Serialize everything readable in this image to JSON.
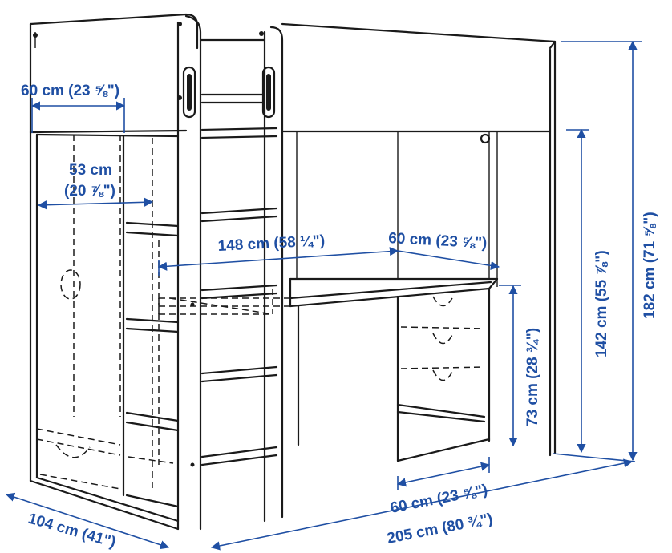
{
  "colors": {
    "dimension": "#1f4fa3",
    "ink": "#1a1a1a",
    "background": "#ffffff"
  },
  "dimensions": {
    "headboard_width": "60 cm (23 ⅝\")",
    "wardrobe_width": "53 cm",
    "wardrobe_width_in": "(20 ⅞\")",
    "underbed_width": "148 cm (58 ¼\")",
    "desk_depth": "60 cm (23 ⅝\")",
    "desk_height": "73 cm (28 ¾\")",
    "clearance_height": "142 cm (55 ⅞\")",
    "total_height": "182 cm (71 ⅝\")",
    "desk_width": "60 cm (23 ⅝\")",
    "total_depth": "104 cm (41\")",
    "total_length": "205 cm (80 ¾\")"
  }
}
